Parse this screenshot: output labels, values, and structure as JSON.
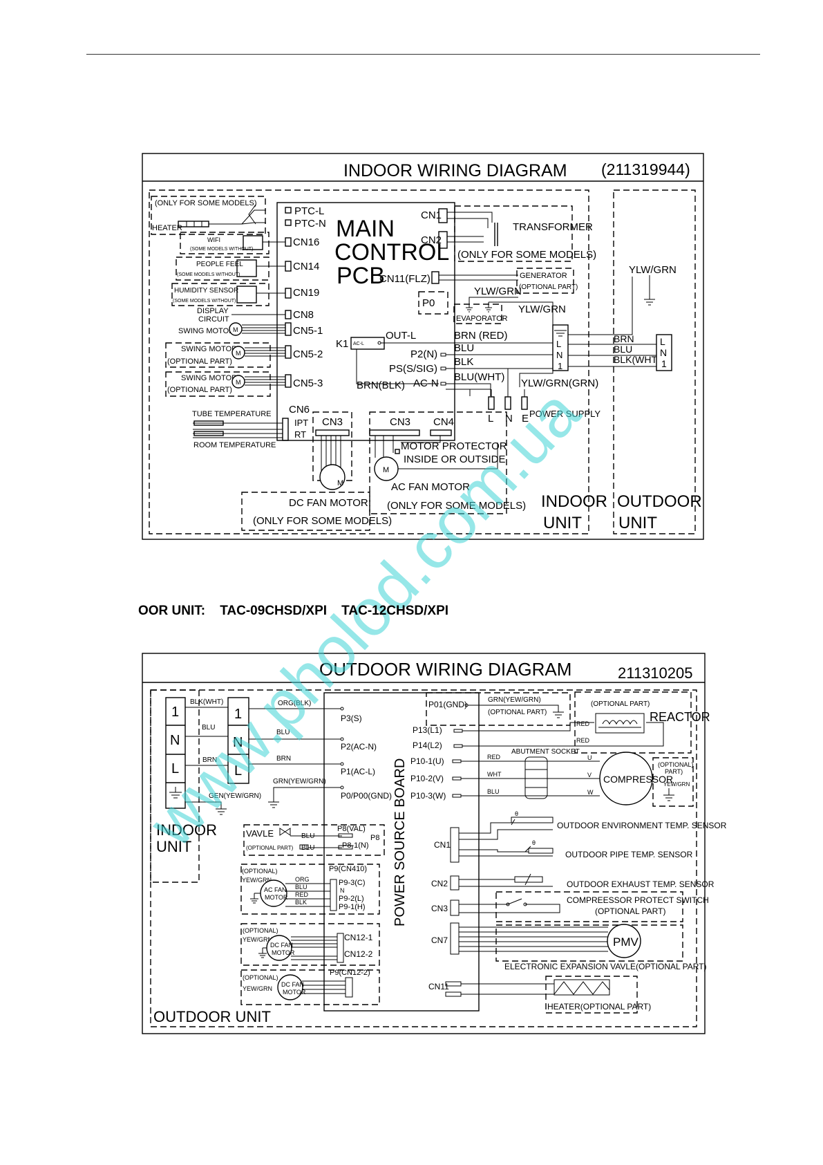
{
  "heading_text": "OOR UNIT:    TAC-09CHSD/XPI    TAC-12CHSD/XPI",
  "watermark": "www.pholod.com.ua",
  "colors": {
    "line": "#000000",
    "watermark": "#3fd3d6"
  },
  "indoor": {
    "title": "INDOOR WIRING DIAGRAM",
    "code": "(211319944)",
    "only_some_models": "(ONLY FOR SOME MODELS)",
    "heater": "HEATER",
    "ptc_l": "PTC-L",
    "ptc_n": "PTC-N",
    "main1": "MAIN",
    "main2": "CONTROL",
    "main3": "PCB",
    "cn1": "CN1",
    "cn2": "CN2",
    "transformer": "TRANSFORMER",
    "transformer_note": "(ONLY FOR SOME MODELS)",
    "wifi": "WIFI",
    "wifi_note": "(SOME MODELS WITHOUT)",
    "cn16": "CN16",
    "people_feel": "PEOPLE FEEL",
    "people_note": "(SOME MODELS WITHOUT)",
    "cn14": "CN14",
    "cn11": "CN11(FLZ)",
    "generator": "GENERATOR",
    "generator_note": "(OPTIONAL PART)",
    "humidity": "HUMIDITY SENSOR",
    "humidity_note": "(SOME MODELS WITHOUT)",
    "cn19": "CN19",
    "p0": "P0",
    "ylw_grn": "YLW/GRN",
    "evaporator": "EVAPORATOR",
    "display1": "DISPLAY",
    "display2": "CIRCUIT",
    "cn8": "CN8",
    "swing_motor": "SWING MOTOR",
    "cn51": "CN5-1",
    "optional_part": "(OPTIONAL PART)",
    "cn52": "CN5-2",
    "cn53": "CN5-3",
    "k1": "K1",
    "acl": "AC-L",
    "out_l": "OUT-L",
    "p2n": "P2(N)",
    "ps": "PS(S/SIG)",
    "acn": "AC-N",
    "brn_blk": "BRN(BLK)",
    "brn_red": "BRN (RED)",
    "blu": "BLU",
    "blk": "BLK",
    "blu_wht": "BLU(WHT)",
    "ylw_grn_grn": "YLW/GRN(GRN)",
    "brn": "BRN",
    "blk_wht": "BLK(WHT)",
    "t_l": "L",
    "t_n": "N",
    "t_1": "1",
    "t_e": "E",
    "power_supply": "POWER SUPPLY",
    "tube_temp": "TUBE TEMPERATURE",
    "room_temp": "ROOM TEMPERATURE",
    "cn6": "CN6",
    "ipt": "IPT",
    "rt": "RT",
    "cn3": "CN3",
    "cn4": "CN4",
    "motor_prot1": "MOTOR PROTECTOR",
    "motor_prot2": "INSIDE OR OUTSIDE",
    "ac_fan_motor": "AC FAN MOTOR",
    "dc_fan_motor": "DC FAN MOTOR",
    "indoor_unit1": "INDOOR",
    "indoor_unit2": "UNIT",
    "outdoor_unit1": "OUTDOOR",
    "outdoor_unit2": "UNIT",
    "m": "M"
  },
  "outdoor": {
    "title": "OUTDOOR WIRING DIAGRAM",
    "code": "211310205",
    "t1": "1",
    "tN": "N",
    "tL": "L",
    "blk_wht": "BLK(WHT)",
    "blu": "BLU",
    "brn": "BRN",
    "gen_yew_grn": "GEN(YEW/GRN)",
    "org_blk": "ORG(BLK)",
    "grn_yew_grn": "GRN(YEW/GRN)",
    "p3s": "P3(S)",
    "p2acn": "P2(AC-N)",
    "p1acl": "P1(AC-L)",
    "p0gnd": "P0/P00(GND)",
    "indoor_unit1": "INDOOR",
    "indoor_unit2": "UNIT",
    "vavle": "VAVLE",
    "optional_part": "(OPTIONAL PART)",
    "p8val": "P8(VAL)",
    "p81n": "P8-1(N)",
    "p8": "P8",
    "optional": "(OPTIONAL)",
    "yew_grn": "YEW/GRN",
    "ac_fan1": "AC FAN",
    "motor": "MOTOR",
    "org": "ORG",
    "red": "RED",
    "blk": "BLK",
    "p9cn410": "P9(CN410)",
    "p93c": "P9-3(C)",
    "n": "N",
    "p92l": "P9-2(L)",
    "p91h": "P9-1(H)",
    "dc_fan": "DC FAN",
    "cn121": "CN12-1",
    "cn122": "CN12-2",
    "p9cn122": "P9(CN12-2)",
    "power_source_board": "POWER SOURCE BOARD",
    "p01gnd": "P01(GND)",
    "p13": "P13(L1)",
    "p14": "P14(L2)",
    "p101": "P10-1(U)",
    "p102": "P10-2(V)",
    "p103": "P10-3(W)",
    "reactor": "REACTOR",
    "abutment": "ABUTMENT SOCKET",
    "wht": "WHT",
    "u": "U",
    "v": "V",
    "w": "W",
    "compressor": "COMPRESSOR",
    "optional_part2": "(OPTIONAL PART)",
    "cn1": "CN1",
    "cn2": "CN2",
    "cn3": "CN3",
    "cn7": "CN7",
    "cn11": "CN11",
    "env_sensor": "OUTDOOR ENVIRONMENT TEMP. SENSOR",
    "pipe_sensor": "OUTDOOR PIPE TEMP. SENSOR",
    "exhaust_sensor": "OUTDOOR EXHAUST TEMP. SENSOR",
    "comp_switch": "COMPREESSOR PROTECT SWITCH",
    "optional_part_p": "(OPTIONAL PART)",
    "pmv": "PMV",
    "eev": "ELECTRONIC EXPANSION VAVLE(OPTIONAL PART)",
    "heater": "HEATER(OPTIONAL PART)",
    "outdoor_unit": "OUTDOOR UNIT",
    "theta": "θ"
  }
}
